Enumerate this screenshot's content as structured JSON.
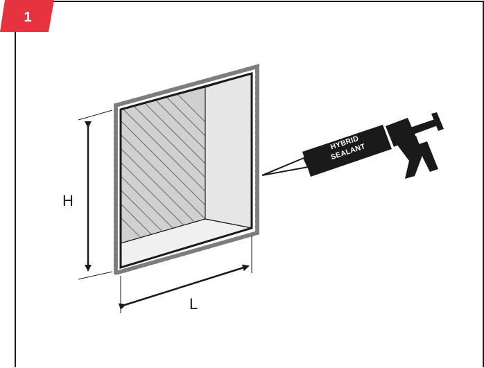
{
  "step": {
    "number": "1",
    "badge_color": "#e6333f"
  },
  "dimensions": {
    "height_label": "H",
    "length_label": "L"
  },
  "cartridge": {
    "label_line1": "HYBRID",
    "label_line2": "SEALANT"
  },
  "colors": {
    "frame": "#1a1a1a",
    "sealant_bead": "#7d7d7d",
    "recess_back": "#d0d0d0",
    "recess_side": "#e6e6e6",
    "recess_bottom": "#f0f0f0"
  },
  "icons": [
    "caulking-gun-icon",
    "sealant-cartridge-icon"
  ]
}
